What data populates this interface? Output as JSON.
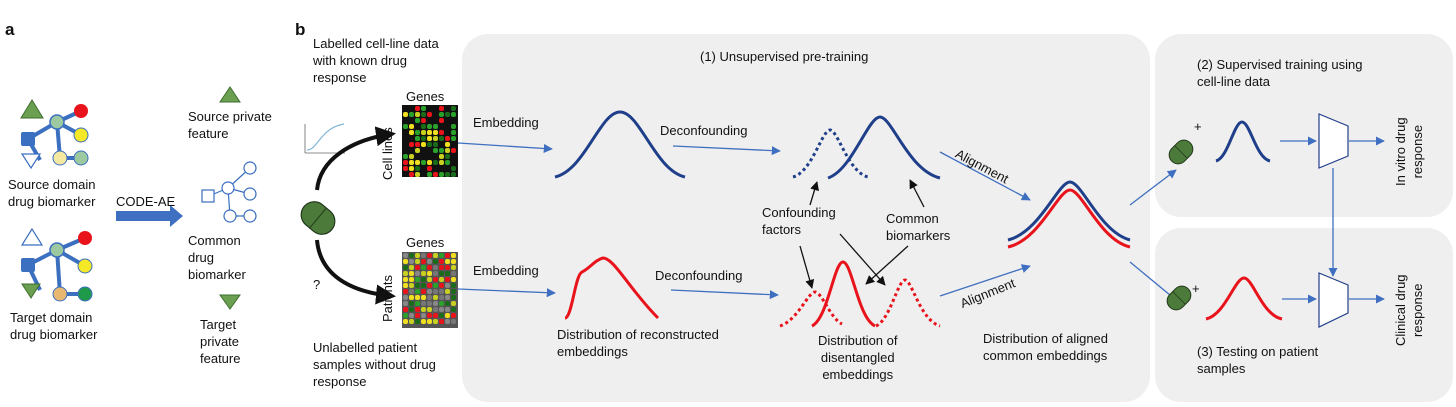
{
  "panel_a": {
    "letter": "a",
    "source_private": "Source private\nfeature",
    "source_domain": "Source domain\ndrug biomarker",
    "code_ae": "CODE-AE",
    "common": "Common\ndrug\nbiomarker",
    "target_private": "Target\nprivate\nfeature",
    "target_domain": "Target domain\ndrug biomarker"
  },
  "panel_b": {
    "letter": "b",
    "labelled": "Labelled cell-line data\nwith known drug\nresponse",
    "unlabelled": "Unlabelled patient\nsamples without drug\nresponse",
    "genes_top": "Genes",
    "genes_bottom": "Genes",
    "cell_lines": "Cell lines",
    "patients": "Patients",
    "question": "?",
    "pretraining": "(1) Unsupervised pre-training",
    "embedding_top": "Embedding",
    "embedding_bottom": "Embedding",
    "deconfounding_top": "Deconfounding",
    "deconfounding_bottom": "Deconfounding",
    "confounding": "Confounding\nfactors",
    "common_biomarkers": "Common\nbiomarkers",
    "alignment_top": "Alignment",
    "alignment_bottom": "Alignment",
    "dist_reconstructed": "Distribution of reconstructed\nembeddings",
    "dist_disentangled": "Distribution of\ndisentangled\nembeddings",
    "dist_aligned": "Distribution of aligned\ncommon embeddings",
    "supervised": "(2) Supervised training using\ncell-line data",
    "in_vitro": "In vitro drug\nresponse",
    "plus_top": "+",
    "plus_bottom": "+",
    "testing": "(3) Testing on patient\nsamples",
    "clinical": "Clinical drug\nresponse"
  },
  "colors": {
    "blue_curve": "#1f3f8a",
    "red_curve": "#e8131b",
    "arrow_blue": "#3f6fc0",
    "panel_gray": "#efefef",
    "node_blue": "#3b6fbf",
    "node_green": "#8fc18a",
    "triangle_green": "#5e9a4c",
    "pill_green": "#4b7a3a"
  }
}
